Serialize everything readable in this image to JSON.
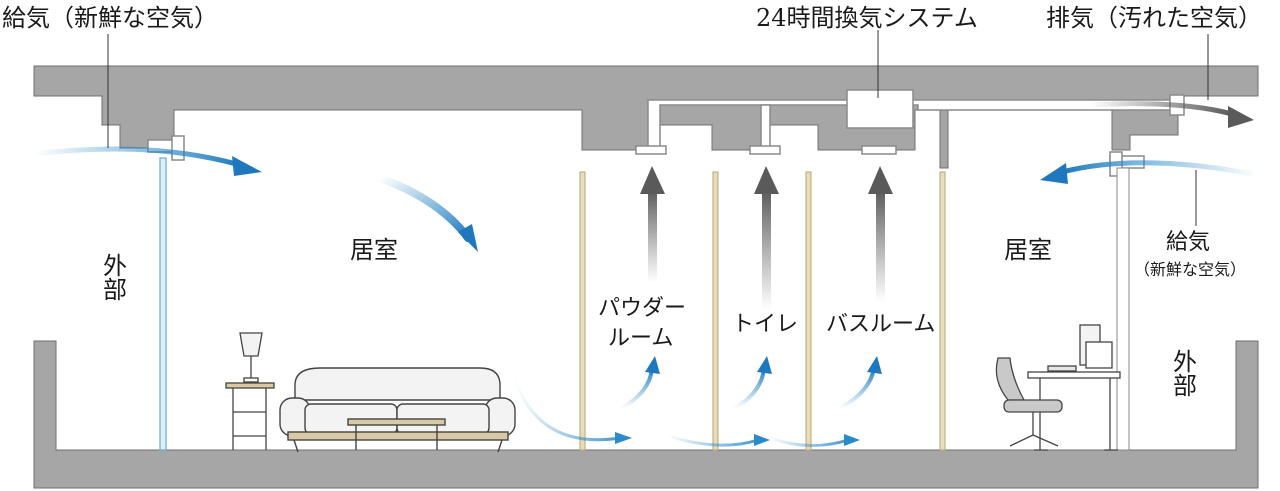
{
  "labels": {
    "supply_left": "給気（新鮮な空気）",
    "system": "24時間換気システム",
    "exhaust": "排気（汚れた空気）",
    "supply_right": "給気",
    "supply_right_sub": "（新鮮な空気）",
    "outside_left": "外部",
    "outside_right": "外部",
    "room_left": "居室",
    "room_right": "居室",
    "powder_room_line1": "パウダー",
    "powder_room_line2": "ルーム",
    "toilet": "トイレ",
    "bathroom": "バスルーム"
  },
  "colors": {
    "structure": "#a6a6a6",
    "structure_dark": "#7a7a7a",
    "fresh_air": "#2b8ac9",
    "fresh_air_light": "#bfe0f2",
    "exhaust_air": "#5a5a5a",
    "pillar": "#e9dcb8"
  }
}
